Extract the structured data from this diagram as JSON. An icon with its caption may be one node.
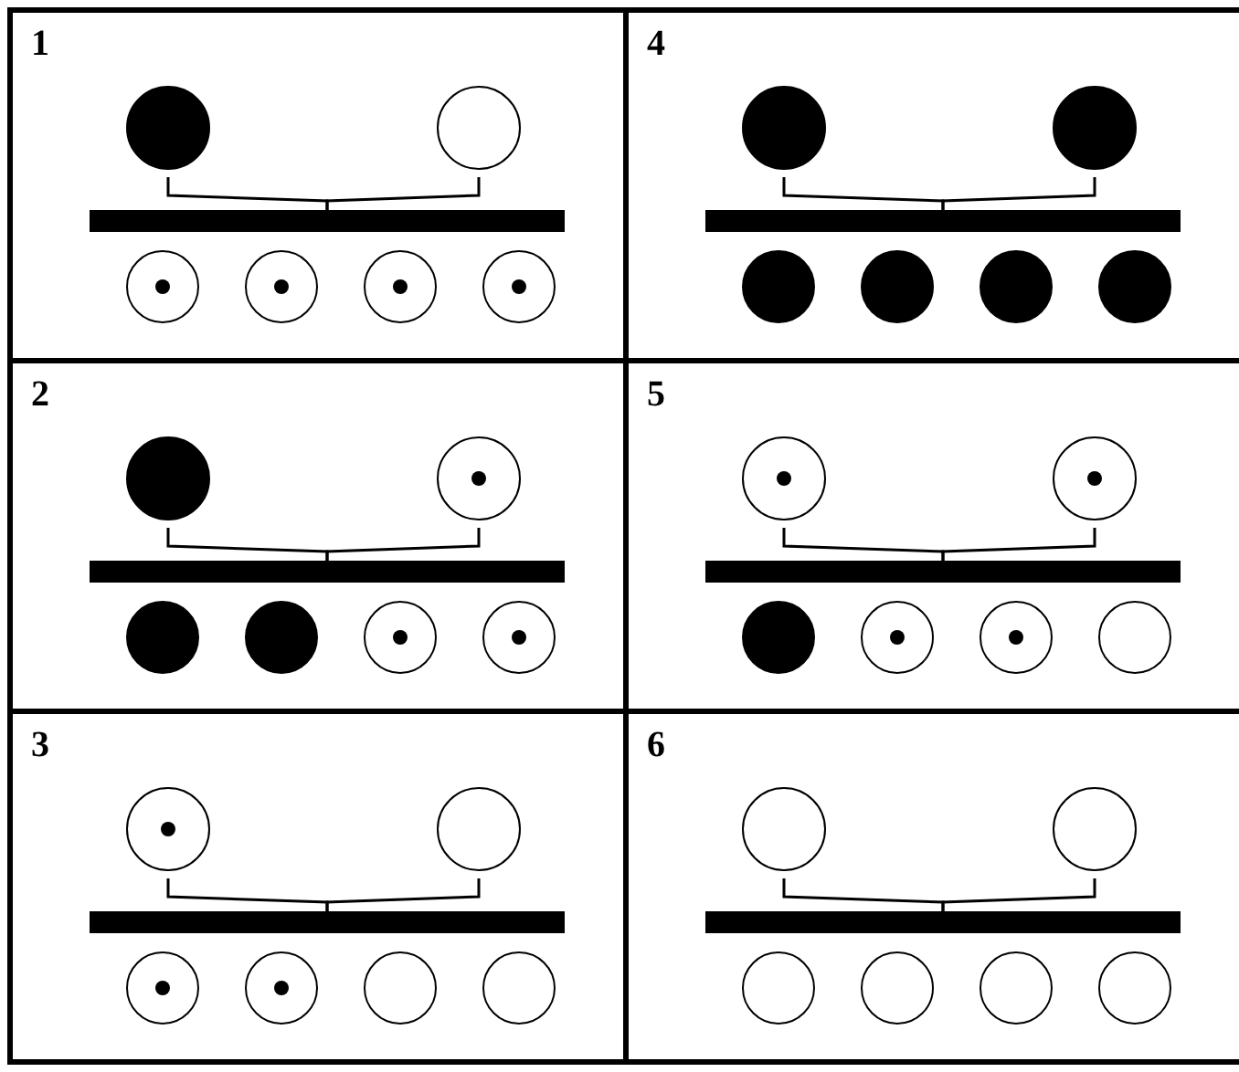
{
  "diagram": {
    "nodes": [
      {
        "text": [
          "1"
        ]
      },
      {
        "text": [],
        "shape": "circle",
        "in": 0
      },
      {
        "text": [],
        "shape": "circle",
        "in": 0
      },
      {
        "text": [],
        "shape": "bar",
        "in": 0
      },
      {
        "text": [],
        "shape": "circle",
        "in": 0
      },
      {
        "text": [],
        "shape": "circle",
        "in": 0
      },
      {
        "text": [],
        "shape": "circle",
        "in": 0
      },
      {
        "text": [],
        "shape": "circle",
        "in": 0
      },
      {
        "text": [
          "4"
        ]
      },
      {
        "text": [],
        "shape": "circle",
        "in": 8
      },
      {
        "text": [],
        "shape": "circle",
        "in": 8
      },
      {
        "text": [],
        "shape": "bar",
        "in": 8
      },
      {
        "text": [],
        "shape": "circle",
        "in": 8
      },
      {
        "text": [],
        "shape": "circle",
        "in": 8
      },
      {
        "text": [],
        "shape": "circle",
        "in": 8
      },
      {
        "text": [],
        "shape": "circle",
        "in": 8
      },
      {
        "text": [
          "2"
        ]
      },
      {
        "text": [],
        "shape": "circle",
        "in": 16
      },
      {
        "text": [],
        "shape": "circle",
        "in": 16
      },
      {
        "text": [],
        "shape": "bar",
        "in": 16
      },
      {
        "text": [],
        "shape": "circle",
        "in": 16
      },
      {
        "text": [],
        "shape": "circle",
        "in": 16
      },
      {
        "text": [],
        "shape": "circle",
        "in": 16
      },
      {
        "text": [],
        "shape": "circle",
        "in": 16
      },
      {
        "text": [
          "5"
        ]
      },
      {
        "text": [],
        "shape": "circle",
        "in": 24
      },
      {
        "text": [],
        "shape": "circle",
        "in": 24
      },
      {
        "text": [],
        "shape": "bar",
        "in": 24
      },
      {
        "text": [],
        "shape": "circle",
        "in": 24
      },
      {
        "text": [],
        "shape": "circle",
        "in": 24
      },
      {
        "text": [],
        "shape": "circle",
        "in": 24
      },
      {
        "text": [],
        "shape": "circle",
        "in": 24
      },
      {
        "text": [
          "3"
        ]
      },
      {
        "text": [],
        "shape": "circle",
        "in": 32
      },
      {
        "text": [],
        "shape": "circle",
        "in": 32
      },
      {
        "text": [],
        "shape": "bar",
        "in": 32
      },
      {
        "text": [],
        "shape": "circle",
        "in": 32
      },
      {
        "text": [],
        "shape": "circle",
        "in": 32
      },
      {
        "text": [],
        "shape": "circle",
        "in": 32
      },
      {
        "text": [],
        "shape": "circle",
        "in": 32
      },
      {
        "text": [
          "6"
        ]
      },
      {
        "text": [],
        "shape": "circle",
        "in": 40
      },
      {
        "text": [],
        "shape": "circle",
        "in": 40
      },
      {
        "text": [],
        "shape": "bar",
        "in": 40
      },
      {
        "text": [],
        "shape": "circle",
        "in": 40
      },
      {
        "text": [],
        "shape": "circle",
        "in": 40
      },
      {
        "text": [],
        "shape": "circle",
        "in": 40
      },
      {
        "text": [],
        "shape": "circle",
        "in": 40
      }
    ],
    "edges": [
      {
        "from": 1,
        "to": 3,
        "arrow": "none"
      },
      {
        "from": 2,
        "to": 3,
        "arrow": "none"
      },
      {
        "from": 9,
        "to": 11,
        "arrow": "none"
      },
      {
        "from": 10,
        "to": 11,
        "arrow": "none"
      },
      {
        "from": 17,
        "to": 19,
        "arrow": "none"
      },
      {
        "from": 18,
        "to": 19,
        "arrow": "none"
      },
      {
        "from": 25,
        "to": 27,
        "arrow": "none"
      },
      {
        "from": 26,
        "to": 27,
        "arrow": "none"
      },
      {
        "from": 33,
        "to": 35,
        "arrow": "none"
      },
      {
        "from": 34,
        "to": 35,
        "arrow": "none"
      },
      {
        "from": 41,
        "to": 43,
        "arrow": "none"
      },
      {
        "from": 42,
        "to": 43,
        "arrow": "none"
      }
    ]
  }
}
